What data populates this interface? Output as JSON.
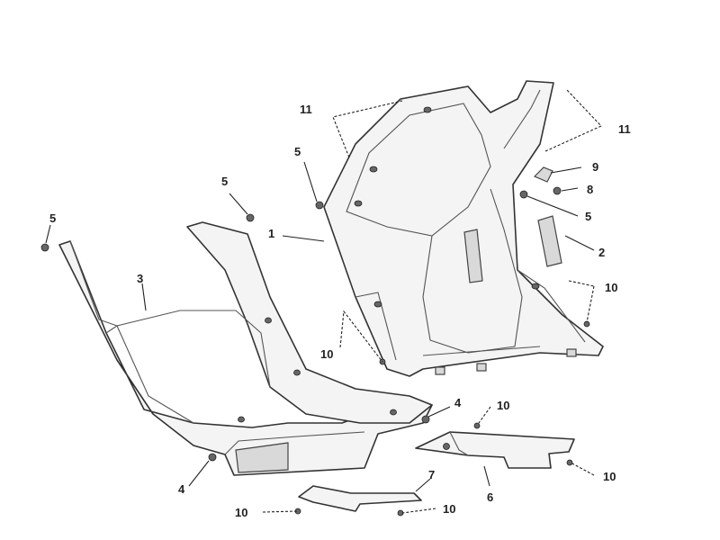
{
  "callouts": {
    "c1": "1",
    "c2": "2",
    "c3": "3",
    "c4a": "4",
    "c4b": "4",
    "c5a": "5",
    "c5b": "5",
    "c5c": "5",
    "c5d": "5",
    "c6": "6",
    "c7": "7",
    "c8": "8",
    "c9": "9",
    "c10a": "10",
    "c10b": "10",
    "c10c": "10",
    "c10d": "10",
    "c10e": "10",
    "c10f": "10",
    "c11a": "11",
    "c11b": "11"
  }
}
